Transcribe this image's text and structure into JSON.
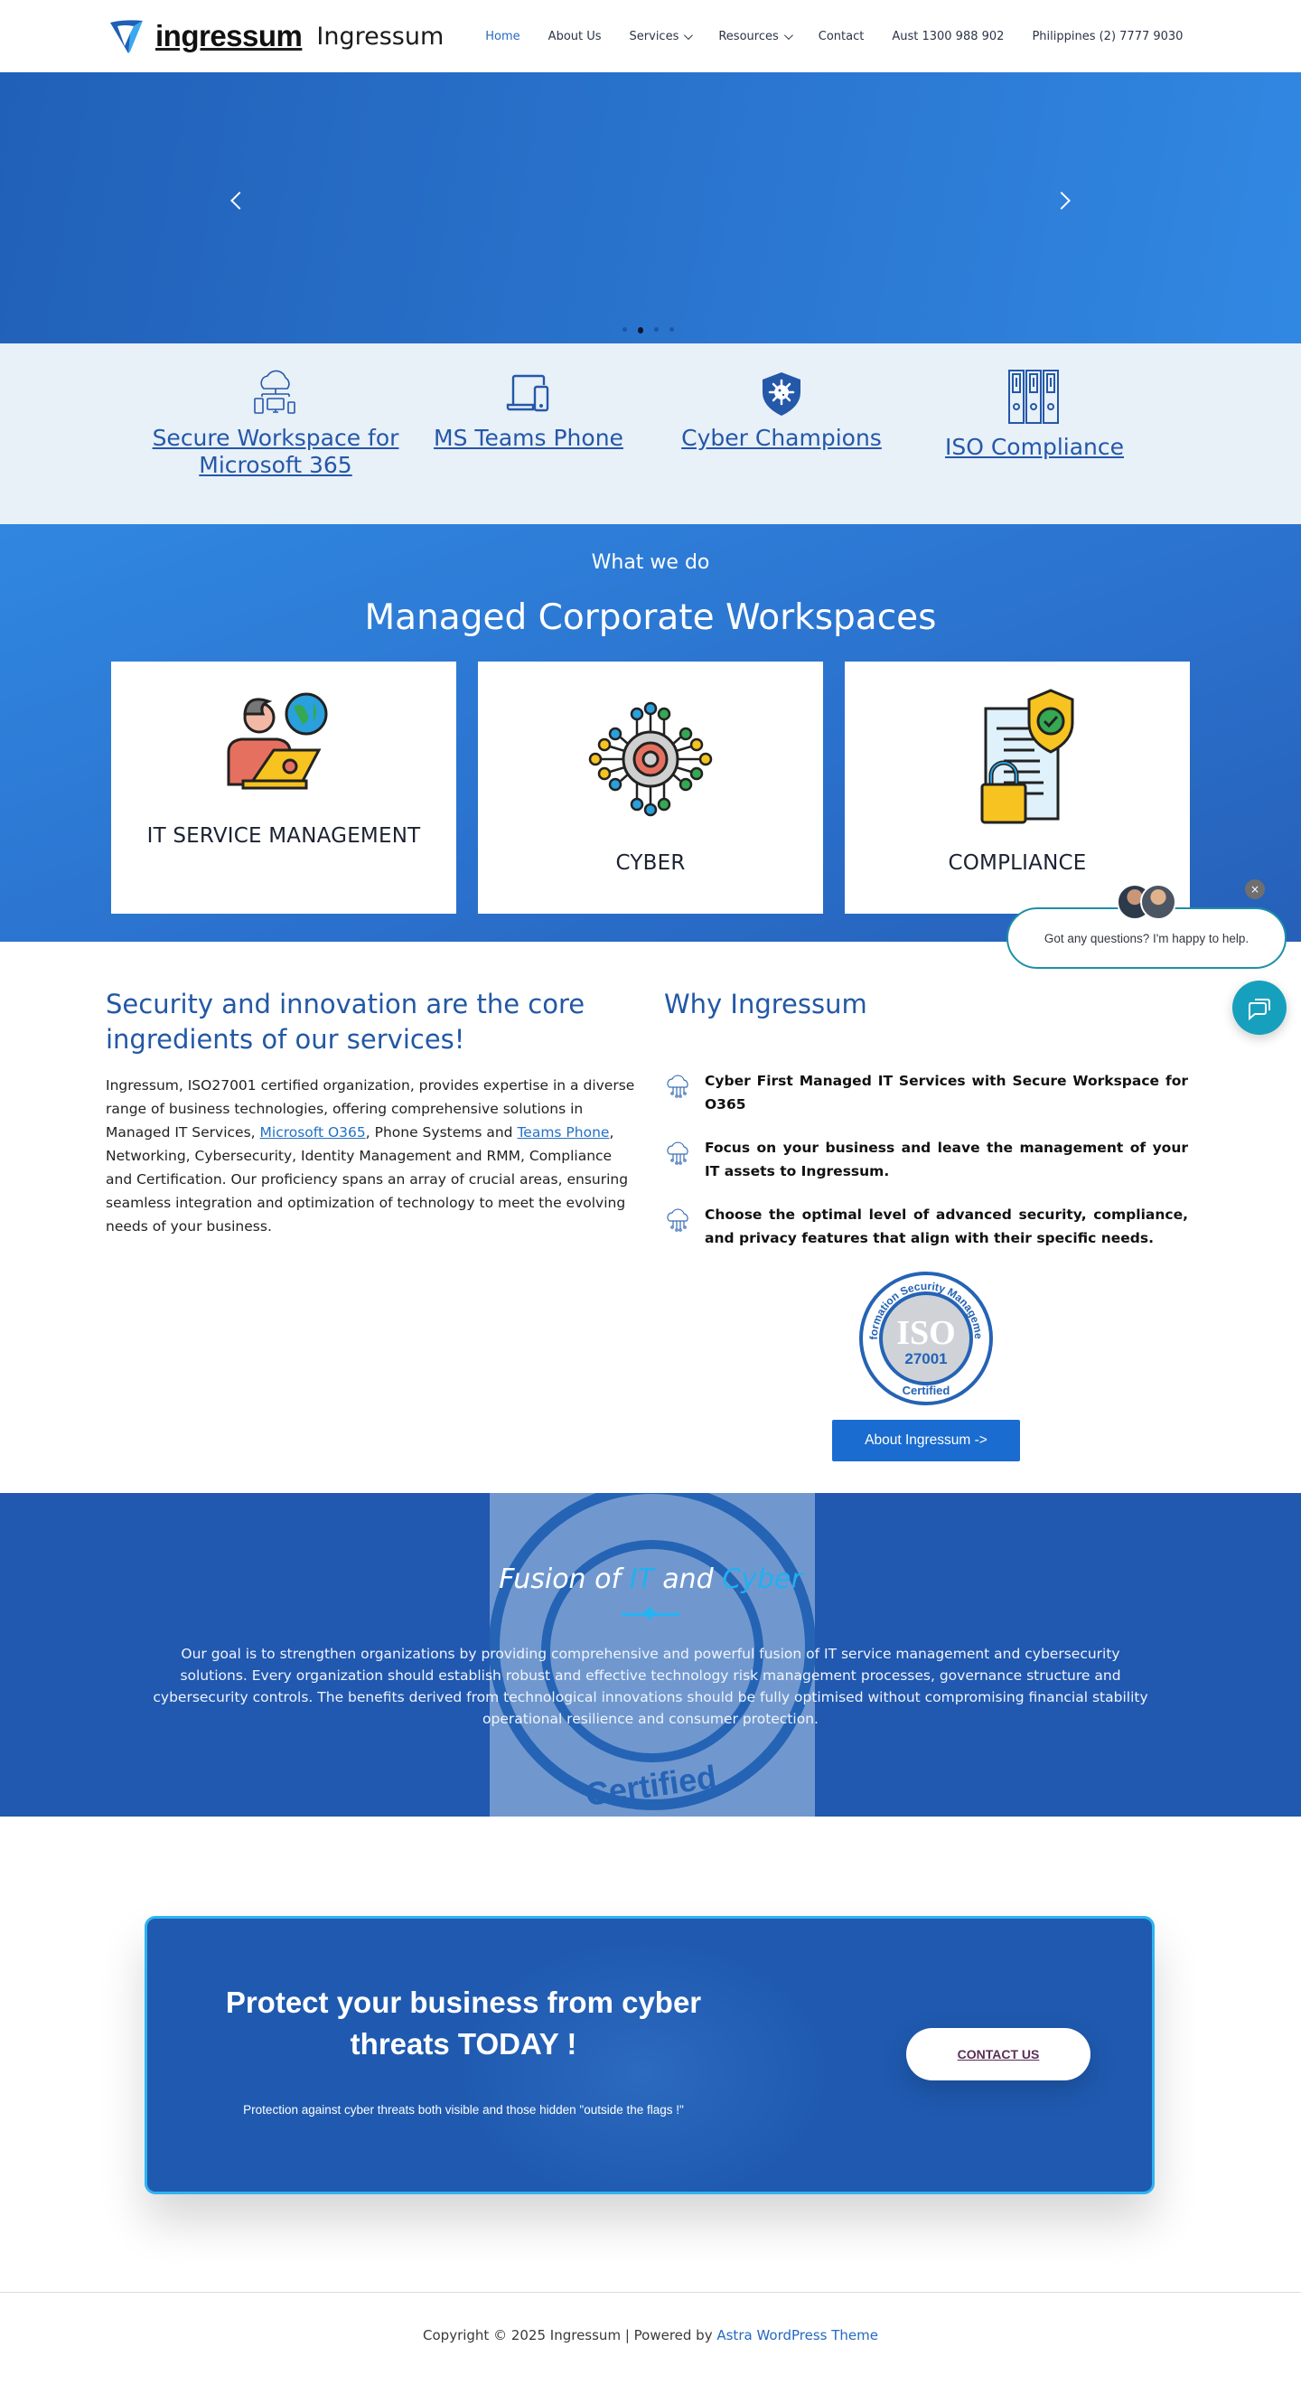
{
  "header": {
    "logo_text": "ingressum",
    "site_title": "Ingressum",
    "nav": [
      {
        "label": "Home",
        "active": true,
        "dropdown": false
      },
      {
        "label": "About Us",
        "active": false,
        "dropdown": false
      },
      {
        "label": "Services",
        "active": false,
        "dropdown": true
      },
      {
        "label": "Resources",
        "active": false,
        "dropdown": true
      },
      {
        "label": "Contact",
        "active": false,
        "dropdown": false
      },
      {
        "label": "Aust 1300 988 902",
        "active": false,
        "dropdown": false
      },
      {
        "label": "Philippines (2) 7777 9030",
        "active": false,
        "dropdown": false
      }
    ]
  },
  "hero": {
    "prev_icon": "chevron-left-icon",
    "next_icon": "chevron-right-icon",
    "slides_count": 4,
    "active_slide": 2
  },
  "features": [
    {
      "label": "Secure Workspace for Microsoft 365",
      "icon": "cloud-devices-icon"
    },
    {
      "label": "MS Teams Phone",
      "icon": "laptop-phone-icon"
    },
    {
      "label": "Cyber Champions",
      "icon": "shield-virus-icon"
    },
    {
      "label": "ISO Compliance",
      "icon": "binders-icon"
    }
  ],
  "what_we_do": {
    "subtitle": "What we do",
    "title": "Managed Corporate Workspaces",
    "cards": [
      {
        "label": "IT SERVICE MANAGEMENT",
        "icon": "person-laptop-globe-icon"
      },
      {
        "label": "CYBER",
        "icon": "gear-network-icon"
      },
      {
        "label": "COMPLIANCE",
        "icon": "document-shield-lock-icon"
      }
    ]
  },
  "about": {
    "heading": "Security and innovation are the core ingredients of our services!",
    "text_1": "Ingressum, ISO27001 certified organization,  provides expertise in a diverse range of business technologies, offering comprehensive solutions in Managed IT Services, ",
    "link_1": "Microsoft O365",
    "text_2": ", Phone Systems and ",
    "link_2": "Teams Phone",
    "text_3": ", Networking, Cybersecurity, Identity Management and RMM, Compliance and Certification. Our proficiency spans an array of crucial areas, ensuring seamless integration and optimization of technology to meet the evolving needs of your business."
  },
  "why": {
    "heading": "Why Ingressum",
    "items": [
      "Cyber First Managed IT Services with Secure Workspace for O365",
      "Focus on your business and leave the management of your IT assets to Ingressum.",
      "Choose the optimal level of advanced security, compliance, and privacy features that align with their specific needs."
    ],
    "badge": {
      "top": "Information Security Management",
      "center": "ISO",
      "number": "27001",
      "bottom": "Certified"
    },
    "button": "About Ingressum ->"
  },
  "fusion": {
    "title_1": "Fusion of ",
    "title_hl_1": "IT",
    "title_2": " and ",
    "title_hl_2": "Cyber",
    "text": "Our goal is to strengthen organizations by providing comprehensive and powerful fusion of IT service management and cybersecurity solutions. Every organization should establish robust and effective technology risk management processes, governance structure and cybersecurity controls. The benefits derived from technological innovations should be fully optimised without compromising financial stability operational resilience and consumer protection."
  },
  "cta": {
    "title": "Protect your business from cyber threats TODAY !",
    "subtitle": "Protection against cyber threats both visible and those hidden \"outside the flags !\"",
    "button": "CONTACT US"
  },
  "footer": {
    "text": "Copyright © 2025 Ingressum | Powered by ",
    "link": "Astra WordPress Theme"
  },
  "chat": {
    "close": "×",
    "message": "Got any questions? I'm happy to help."
  },
  "colors": {
    "brand_blue": "#2258a5",
    "accent_cyan": "#22b4f4",
    "button_blue": "#1a6cd0",
    "chat_teal": "#17a0bd"
  }
}
